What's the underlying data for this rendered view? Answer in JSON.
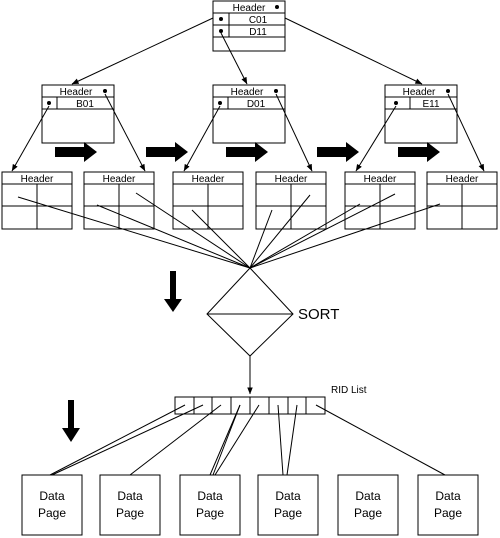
{
  "root_node": {
    "header": "Header",
    "keys": [
      "C01",
      "D11"
    ]
  },
  "nonleaf_nodes": [
    {
      "header": "Header",
      "key": "B01"
    },
    {
      "header": "Header",
      "key": "D01"
    },
    {
      "header": "Header",
      "key": "E11"
    }
  ],
  "leaf_pages": [
    {
      "header": "Header"
    },
    {
      "header": "Header"
    },
    {
      "header": "Header"
    },
    {
      "header": "Header"
    },
    {
      "header": "Header"
    },
    {
      "header": "Header"
    }
  ],
  "sort": {
    "label": "SORT"
  },
  "rid_list": {
    "label": "RID List",
    "slot_count": 8
  },
  "data_pages": [
    {
      "line1": "Data",
      "line2": "Page"
    },
    {
      "line1": "Data",
      "line2": "Page"
    },
    {
      "line1": "Data",
      "line2": "Page"
    },
    {
      "line1": "Data",
      "line2": "Page"
    },
    {
      "line1": "Data",
      "line2": "Page"
    },
    {
      "line1": "Data",
      "line2": "Page"
    }
  ],
  "colors": {
    "line": "#000000",
    "background": "#ffffff"
  },
  "icons": {
    "chain_arrow": "right-arrow-icon",
    "flow_arrow": "down-arrow-icon",
    "pointer_dot": "bullet-dot-icon"
  }
}
